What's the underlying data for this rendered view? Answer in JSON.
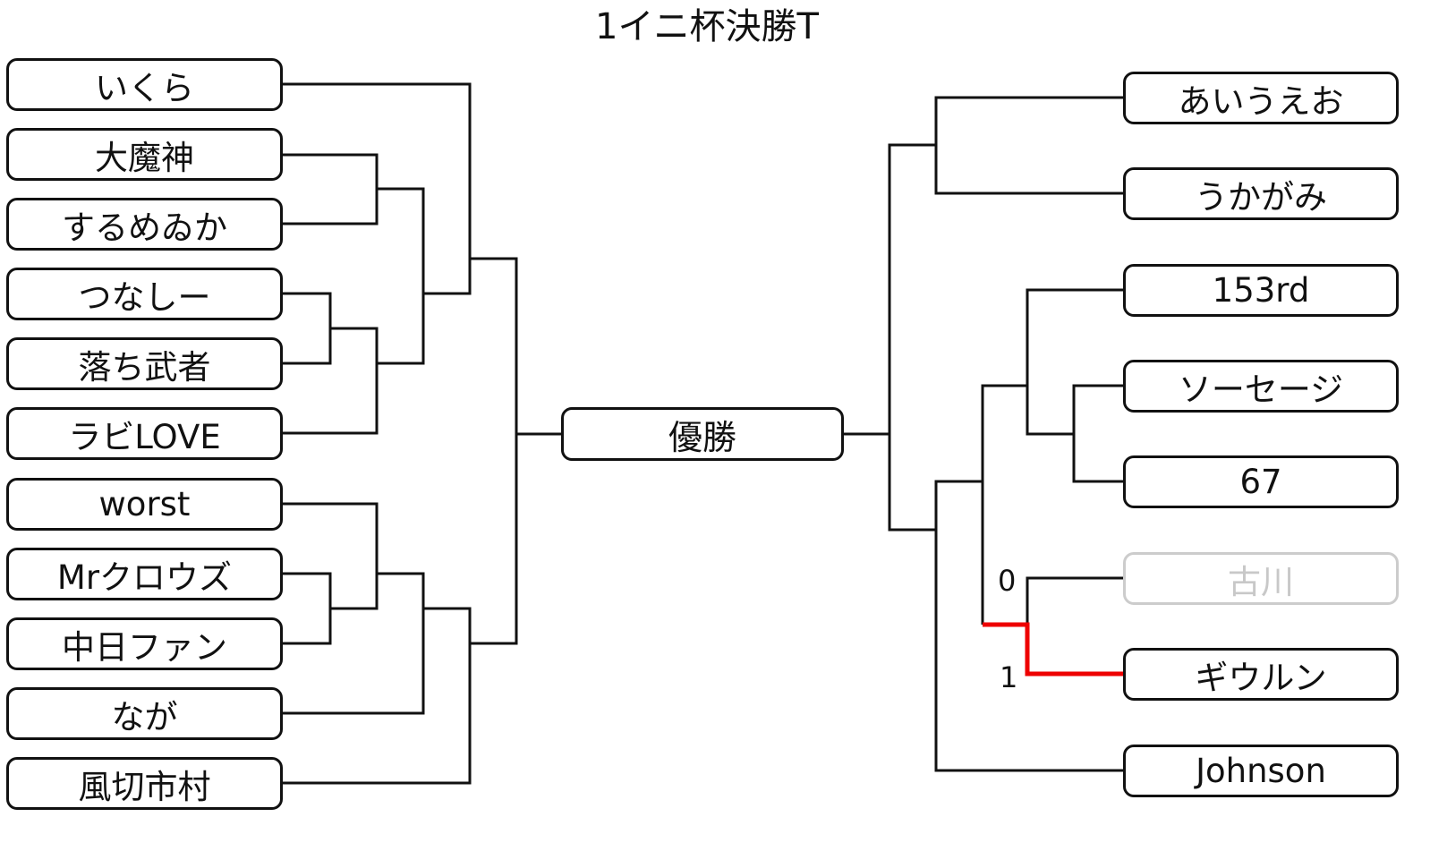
{
  "title": "1イニ杯決勝T",
  "champion_label": "優勝",
  "left_players": [
    "いくら",
    "大魔神",
    "するめゐか",
    "つなしー",
    "落ち武者",
    "ラビLOVE",
    "worst",
    "Mrクロウズ",
    "中日ファン",
    "なが",
    "風切市村"
  ],
  "right_players": [
    "あいうえお",
    "うかがみ",
    "153rd",
    "ソーセージ",
    "67",
    "古川",
    "ギウルン",
    "Johnson"
  ],
  "eliminated": [
    "古川"
  ],
  "match_scores": {
    "furukawa": "0",
    "giurun": "1"
  },
  "colors": {
    "line": "#111111",
    "winner_path": "#ee0000",
    "eliminated": "#cccccc"
  }
}
